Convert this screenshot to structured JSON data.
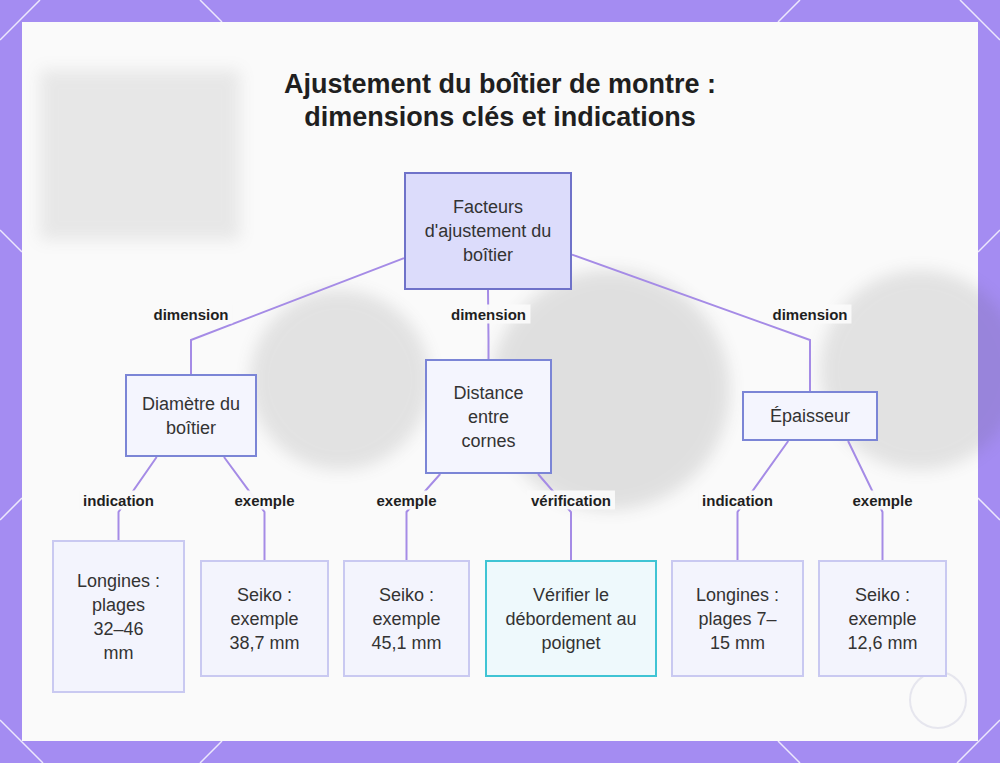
{
  "diagram": {
    "title": "Ajustement du boîtier de montre : dimensions clés et indications",
    "nodes": [
      {
        "text": [
          "Facteurs d'ajustement du boîtier"
        ]
      },
      {
        "text": [
          "Diamètre du boîtier"
        ]
      },
      {
        "text": [
          "Distance entre cornes"
        ]
      },
      {
        "text": [
          "Épaisseur"
        ]
      },
      {
        "text": [
          "Longines : plages 32–46 mm"
        ]
      },
      {
        "text": [
          "Seiko : exemple 38,7 mm"
        ]
      },
      {
        "text": [
          "Seiko : exemple 45,1 mm"
        ]
      },
      {
        "text": [
          "Vérifier le débordement au poignet"
        ]
      },
      {
        "text": [
          "Longines : plages 7–15 mm"
        ]
      },
      {
        "text": [
          "Seiko : exemple 12,6 mm"
        ]
      }
    ],
    "edges": [
      {
        "from": 0,
        "to": 1,
        "label": "dimension",
        "arrow": "none"
      },
      {
        "from": 0,
        "to": 2,
        "label": "dimension",
        "arrow": "none"
      },
      {
        "from": 0,
        "to": 3,
        "label": "dimension",
        "arrow": "none"
      },
      {
        "from": 1,
        "to": 4,
        "label": "indication",
        "arrow": "none"
      },
      {
        "from": 1,
        "to": 5,
        "label": "exemple",
        "arrow": "none"
      },
      {
        "from": 2,
        "to": 6,
        "label": "exemple",
        "arrow": "none"
      },
      {
        "from": 2,
        "to": 7,
        "label": "vérification",
        "arrow": "none"
      },
      {
        "from": 3,
        "to": 8,
        "label": "indication",
        "arrow": "none"
      },
      {
        "from": 3,
        "to": 9,
        "label": "exemple",
        "arrow": "none"
      }
    ]
  }
}
